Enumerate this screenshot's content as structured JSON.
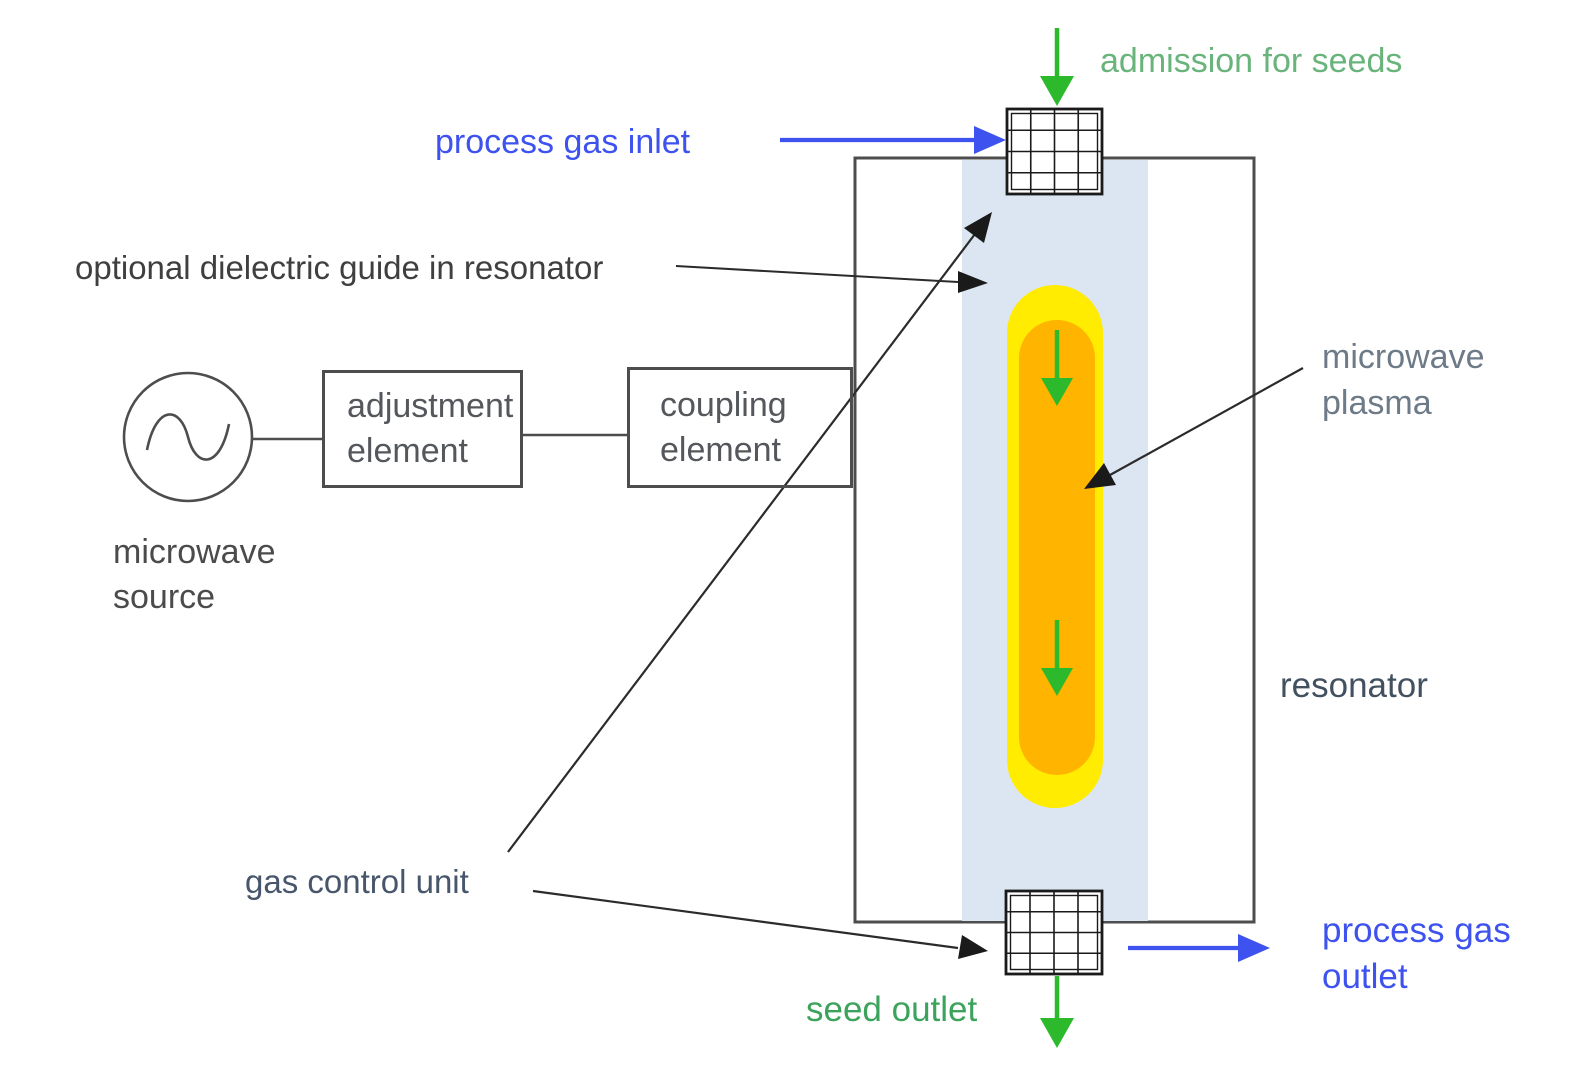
{
  "colors": {
    "green_arrow": "#2cb92c",
    "green_label": "#68b47b",
    "green_label_dark": "#3ba35b",
    "blue": "#3d52ee",
    "light_blue_band": "#dce6f2",
    "yellow_plasma": "#ffec00",
    "orange_plasma": "#ffb400",
    "line": "#4d4d4d",
    "grid_line": "#1a1a1a",
    "dark_label": "#3f3f3f",
    "gray_label": "#6d7a88",
    "slate_label": "#42505f",
    "box_label": "#54575b",
    "gas_control_label": "#47566b"
  },
  "source_chain": {
    "microwave_source": {
      "line1": "microwave",
      "line2": "source"
    },
    "adjustment_element": {
      "line1": "adjustment",
      "line2": "element"
    },
    "coupling_element": {
      "line1": "coupling",
      "line2": "element"
    }
  },
  "resonator": {
    "label": "resonator",
    "dielectric_guide_label": "optional dielectric guide in resonator",
    "plasma": {
      "line1": "microwave",
      "line2": "plasma"
    }
  },
  "gas_flow": {
    "admission_for_seeds": "admission for seeds",
    "process_gas_inlet": "process gas inlet",
    "gas_control_unit": "gas control unit",
    "seed_outlet": "seed outlet",
    "process_gas_outlet": {
      "line1": "process gas",
      "line2": "outlet"
    }
  }
}
